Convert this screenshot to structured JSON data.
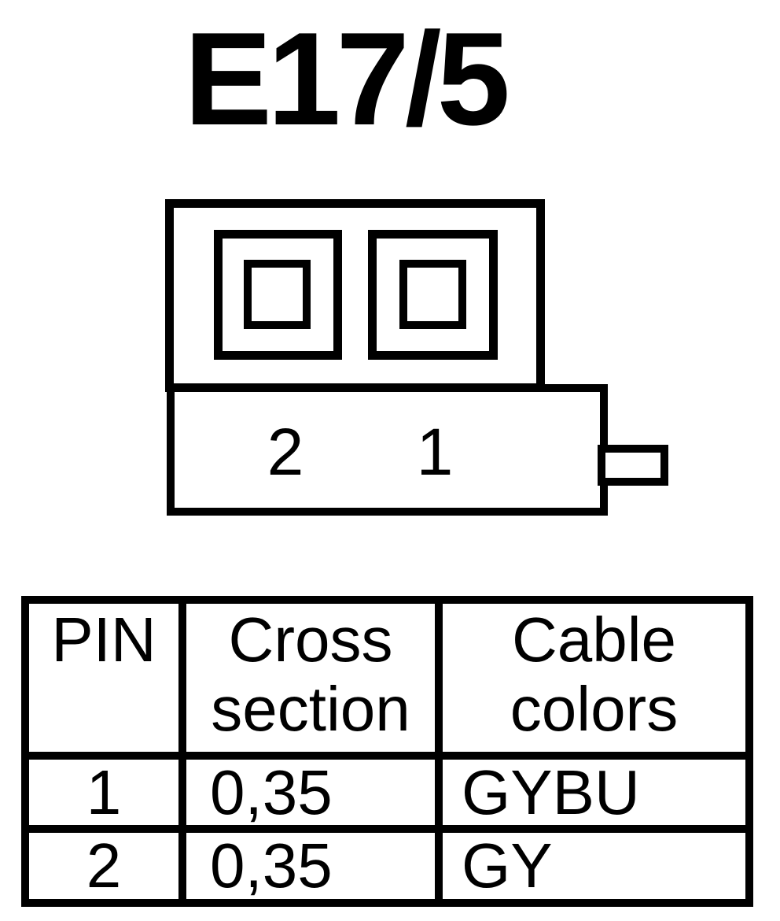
{
  "colors": {
    "ink": "#000000",
    "paper": "#ffffff"
  },
  "title": "E17/5",
  "connector": {
    "description": "two-terminal connector face view with latch tab",
    "pins": [
      {
        "number": "2"
      },
      {
        "number": "1"
      }
    ]
  },
  "table": {
    "headers": {
      "pin": "PIN",
      "cross_line1": "Cross",
      "cross_line2": "section",
      "cable_line1": "Cable",
      "cable_line2": "colors"
    },
    "rows": [
      {
        "pin": "1",
        "cross_section": "0,35",
        "cable_colors": "GYBU"
      },
      {
        "pin": "2",
        "cross_section": "0,35",
        "cable_colors": "GY"
      }
    ]
  }
}
